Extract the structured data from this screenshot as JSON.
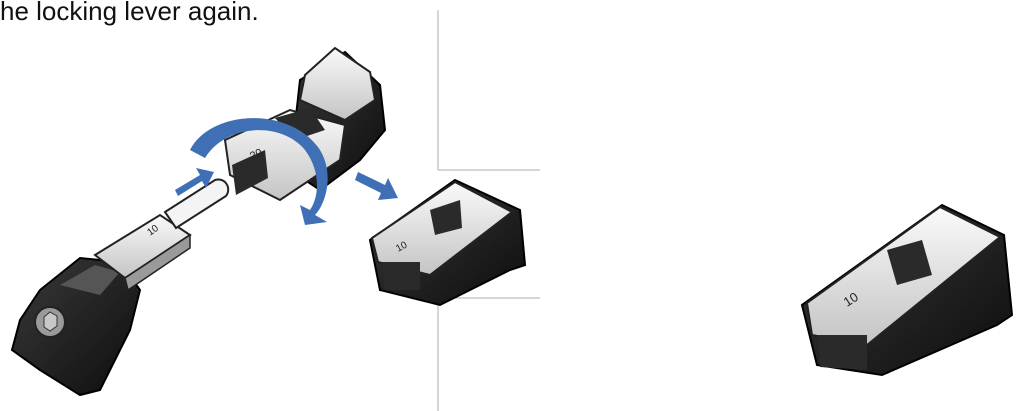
{
  "caption": "he locking lever again.",
  "figure": {
    "large_key_label": "20",
    "small_key_label": "10",
    "tab_label": "10",
    "detached_label": "10",
    "colors": {
      "arrow": "#3f6fb4",
      "body_dark": "#1a1a1a",
      "metal_light": "#eeeeee",
      "metal_mid": "#c9c9c9",
      "divider": "#c8c8c8"
    }
  }
}
